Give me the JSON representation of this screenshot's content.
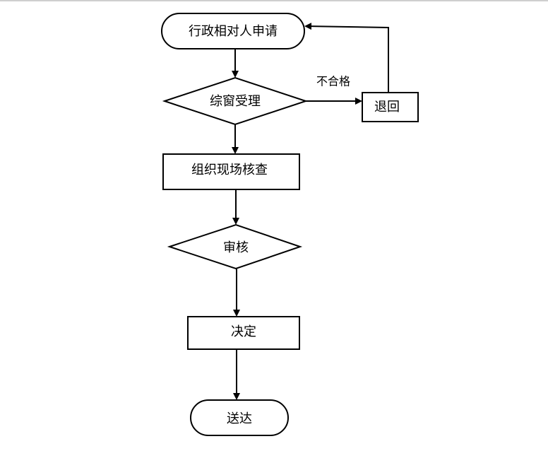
{
  "diagram": {
    "nodes": {
      "start": "行政相对人申请",
      "window_accept": "综窗受理",
      "onsite_check": "组织现场核查",
      "review": "审核",
      "decision": "决定",
      "delivery": "送达",
      "return": "退回"
    },
    "edge_labels": {
      "unqualified": "不合格"
    },
    "colors": {
      "stroke": "#000000",
      "fill": "#ffffff",
      "text": "#000000"
    }
  }
}
